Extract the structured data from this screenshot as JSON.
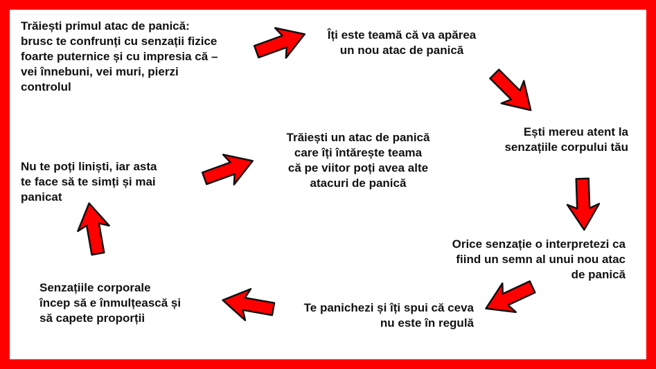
{
  "steps": [
    "Trăiești primul atac de panică:\nbrusc te confrunți cu senzații fizice\nfoarte puternice și cu impresia că –\nvei înnebuni, vei muri, pierzi\ncontrolul",
    "Îți este teamă că va apărea\nun nou atac de panică",
    "Ești mereu atent la\nsenzațiile corpului tău",
    "Orice senzație o interpretezi ca\nfiind un semn al unui nou atac\nde panică",
    "Te panichezi și îți spui că ceva\nnu este în regulă",
    "Senzațiile corporale\nîncep să e înmulțească și\nsă capete proporții",
    "Nu te poți liniști, iar asta\nte face să te simți și mai\npanicat",
    "Trăiești un atac de panică\ncare îți întărește teama\ncă pe viitor poți avea alte\natacuri de panică"
  ],
  "colors": {
    "frame": "#ff0000",
    "arrow": "#ff0000"
  }
}
